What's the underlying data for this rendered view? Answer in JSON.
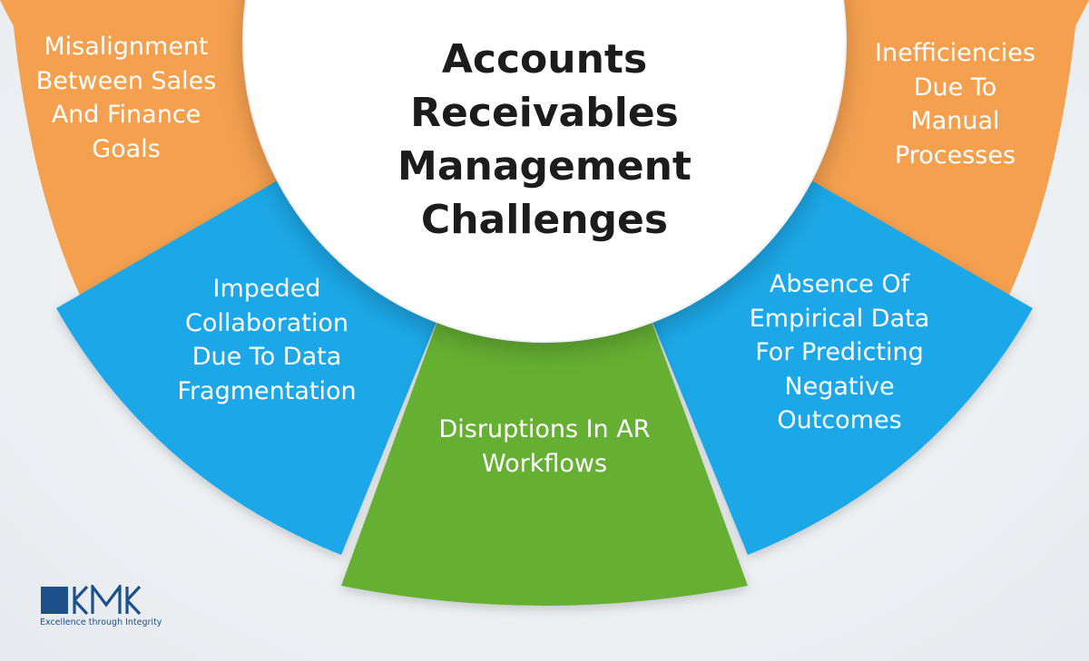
{
  "title_lines": [
    "Accounts",
    "Receivables",
    "Management",
    "Challenges"
  ],
  "segments": [
    {
      "lines": [
        "Misalignment",
        "Between Sales",
        "And Finance",
        "Goals"
      ],
      "color": "#f5a04f"
    },
    {
      "lines": [
        "Inefficiencies",
        "Due To",
        "Manual",
        "Processes"
      ],
      "color": "#f5a04f"
    },
    {
      "lines": [
        "Impeded",
        "Collaboration",
        "Due To Data",
        "Fragmentation"
      ],
      "color": "#1ba8e8"
    },
    {
      "lines": [
        "Absence Of",
        "Empirical Data",
        "For Predicting",
        "Negative",
        "Outcomes"
      ],
      "color": "#1ba8e8"
    },
    {
      "lines": [
        "Disruptions In AR",
        "Workflows"
      ],
      "color": "#65b032"
    }
  ],
  "logo": {
    "name": "KMK",
    "tagline": "Excellence through Integrity",
    "color": "#1d4f8a"
  }
}
